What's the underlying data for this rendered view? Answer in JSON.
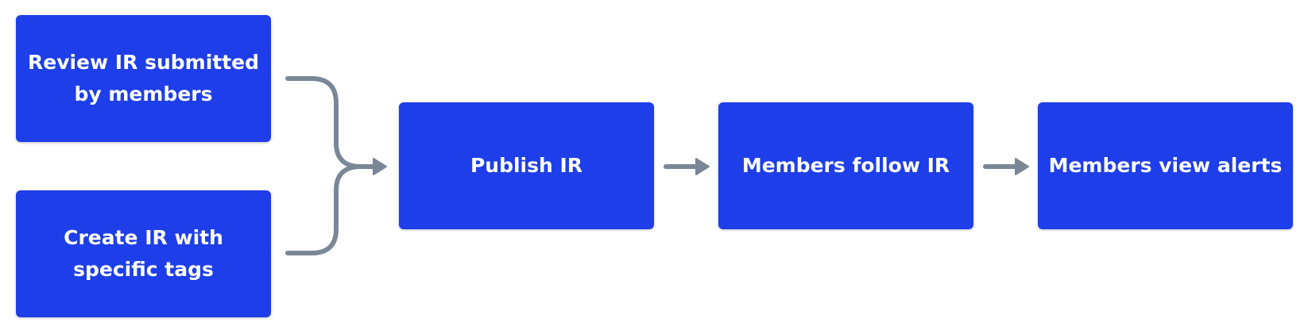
{
  "diagram": {
    "nodes": {
      "review": {
        "line1": "Review IR submitted",
        "line2": "by members"
      },
      "create": {
        "line1": "Create IR with",
        "line2": "specific tags"
      },
      "publish": {
        "label": "Publish IR"
      },
      "follow": {
        "label": "Members follow IR"
      },
      "alerts": {
        "label": "Members view alerts"
      }
    },
    "edges": [
      {
        "from": "review",
        "to": "publish"
      },
      {
        "from": "create",
        "to": "publish"
      },
      {
        "from": "publish",
        "to": "follow"
      },
      {
        "from": "follow",
        "to": "alerts"
      }
    ],
    "colors": {
      "node_fill": "#1d3ee8",
      "node_text": "#ffffff",
      "connector": "#7a8796"
    }
  }
}
